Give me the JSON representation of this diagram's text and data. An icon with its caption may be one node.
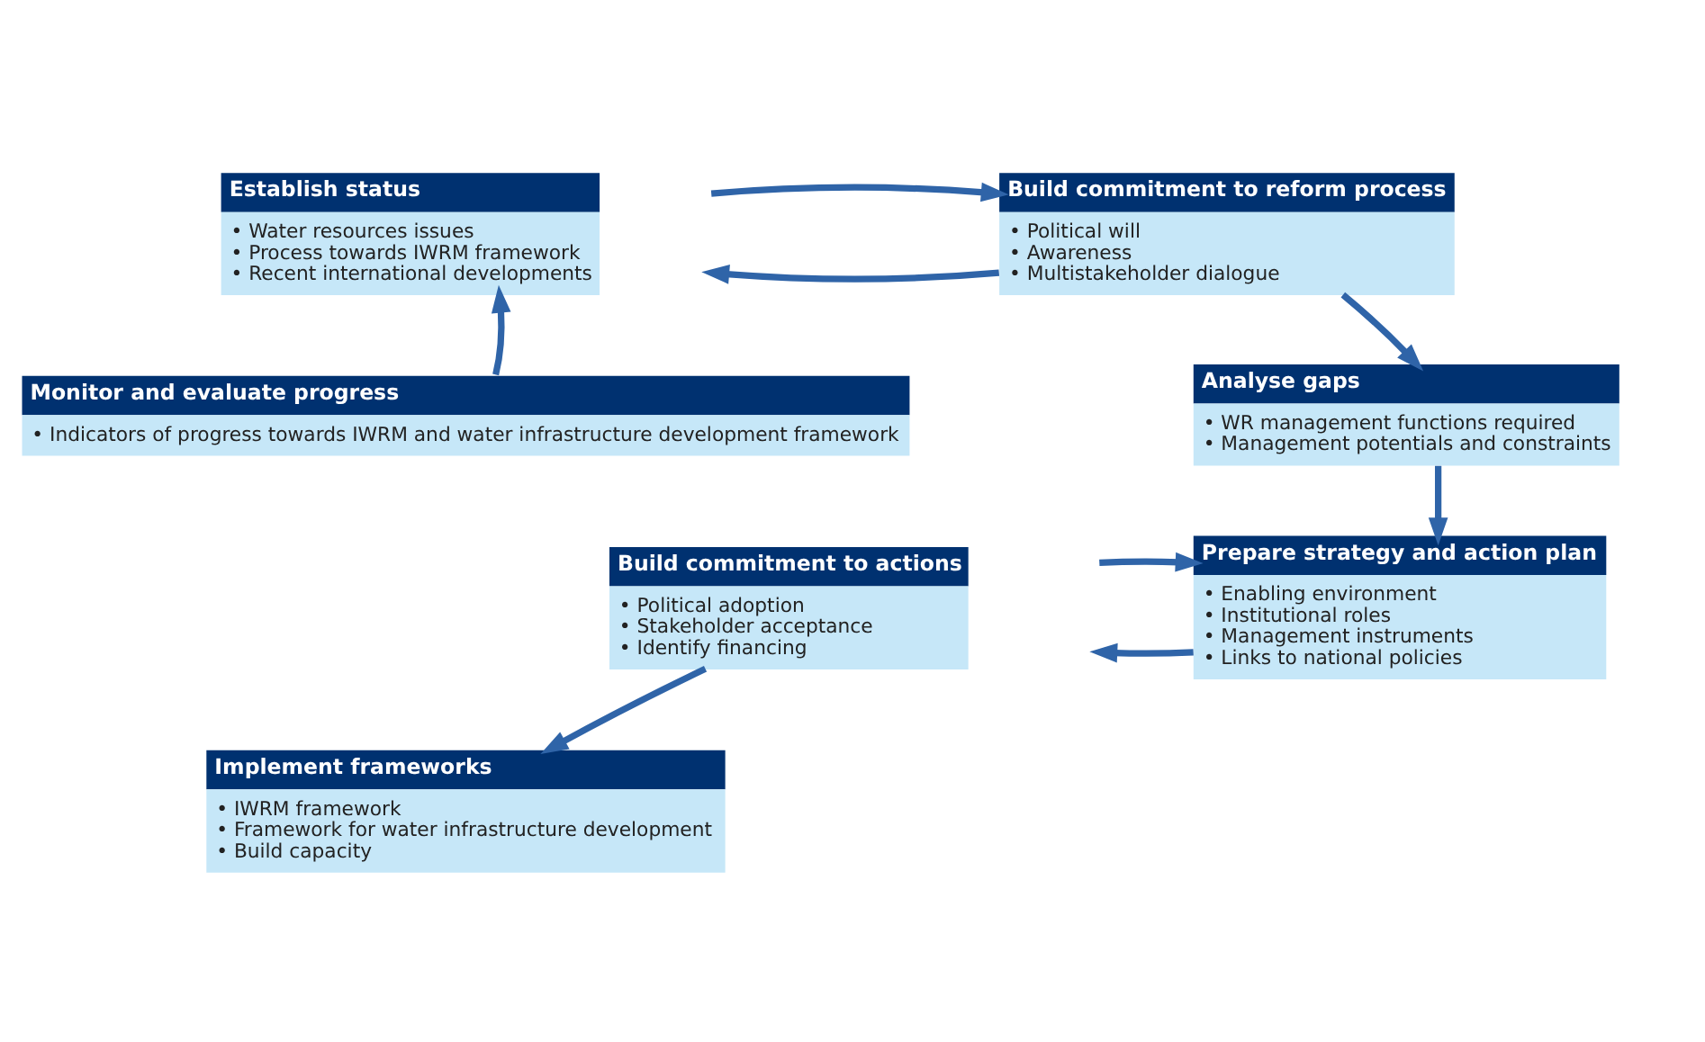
{
  "diagram": {
    "nodes": [
      {
        "text": [
          "Establish status",
          "• Water resources issues",
          "• Process towards IWRM framework",
          "• Recent international developments"
        ]
      },
      {
        "text": [
          "Build commitment to reform process",
          "• Political will",
          "• Awareness",
          "• Multistakeholder dialogue"
        ]
      },
      {
        "text": [
          "Analyse gaps",
          "• WR management functions required",
          "• Management potentials and constraints"
        ]
      },
      {
        "text": [
          "Prepare strategy and action plan",
          "• Enabling environment",
          "• Institutional roles",
          "• Management instruments",
          "• Links to national policies"
        ]
      },
      {
        "text": [
          "Build commitment to actions",
          "• Political adoption",
          "• Stakeholder acceptance",
          "• Identify financing"
        ]
      },
      {
        "text": [
          "Implement frameworks",
          "• IWRM framework",
          "• Framework for water infrastructure development",
          "• Build capacity"
        ]
      },
      {
        "text": [
          "Monitor and evaluate progress",
          "• Indicators of progress towards IWRM and water infrastructure development framework"
        ]
      }
    ],
    "edges": [
      {
        "from": 1,
        "to": 0,
        "arrow": "to"
      },
      {
        "from": 0,
        "to": 1,
        "arrow": "to"
      },
      {
        "from": 1,
        "to": 2,
        "arrow": "to"
      },
      {
        "from": 2,
        "to": 3,
        "arrow": "to"
      },
      {
        "from": 3,
        "to": 4,
        "arrow": "to"
      },
      {
        "from": 4,
        "to": 3,
        "arrow": "to"
      },
      {
        "from": 4,
        "to": 5,
        "arrow": "to"
      },
      {
        "from": 6,
        "to": 0,
        "arrow": "to"
      }
    ]
  }
}
